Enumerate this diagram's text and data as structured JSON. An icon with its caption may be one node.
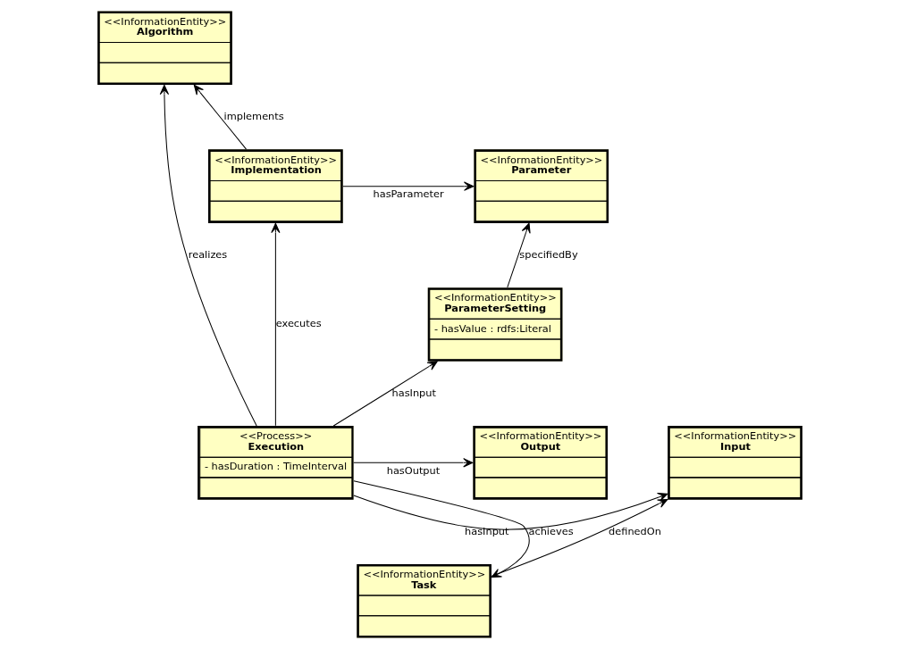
{
  "diagram": {
    "nodes": [
      {
        "text": [
          "<<InformationEntity>>",
          "Algorithm"
        ]
      },
      {
        "text": [
          "<<InformationEntity>>",
          "Parameter"
        ]
      },
      {
        "text": [
          "<<InformationEntity>>",
          "Implementation"
        ]
      },
      {
        "text": [
          "<<InformationEntity>>",
          "ParameterSetting",
          "- hasValue : rdfs:Literal"
        ]
      },
      {
        "text": [
          "<<InformationEntity>>",
          "Input"
        ]
      },
      {
        "text": [
          "<<Process>>",
          "Execution",
          "- hasDuration : TimeInterval"
        ]
      },
      {
        "text": [
          "<<InformationEntity>>",
          "Output"
        ]
      },
      {
        "text": [
          "<<InformationEntity>>",
          "Task"
        ]
      }
    ],
    "edges": [
      {
        "from": 2,
        "to": 0,
        "arrow": "to",
        "label": "implements"
      },
      {
        "from": 2,
        "to": 1,
        "arrow": "to",
        "label": "hasParameter"
      },
      {
        "from": 3,
        "to": 1,
        "arrow": "to",
        "label": "specifiedBy"
      },
      {
        "from": 5,
        "to": 2,
        "arrow": "to",
        "label": "executes"
      },
      {
        "from": 5,
        "to": 0,
        "arrow": "to",
        "label": "realizes"
      },
      {
        "from": 5,
        "to": 3,
        "arrow": "to",
        "label": "hasInput"
      },
      {
        "from": 5,
        "to": 4,
        "arrow": "to",
        "label": "hasInput"
      },
      {
        "from": 5,
        "to": 6,
        "arrow": "to",
        "label": "hasOutput"
      },
      {
        "from": 5,
        "to": 7,
        "arrow": "to",
        "label": "achieves"
      },
      {
        "from": 7,
        "to": 4,
        "arrow": "to",
        "label": "definedOn"
      }
    ]
  }
}
